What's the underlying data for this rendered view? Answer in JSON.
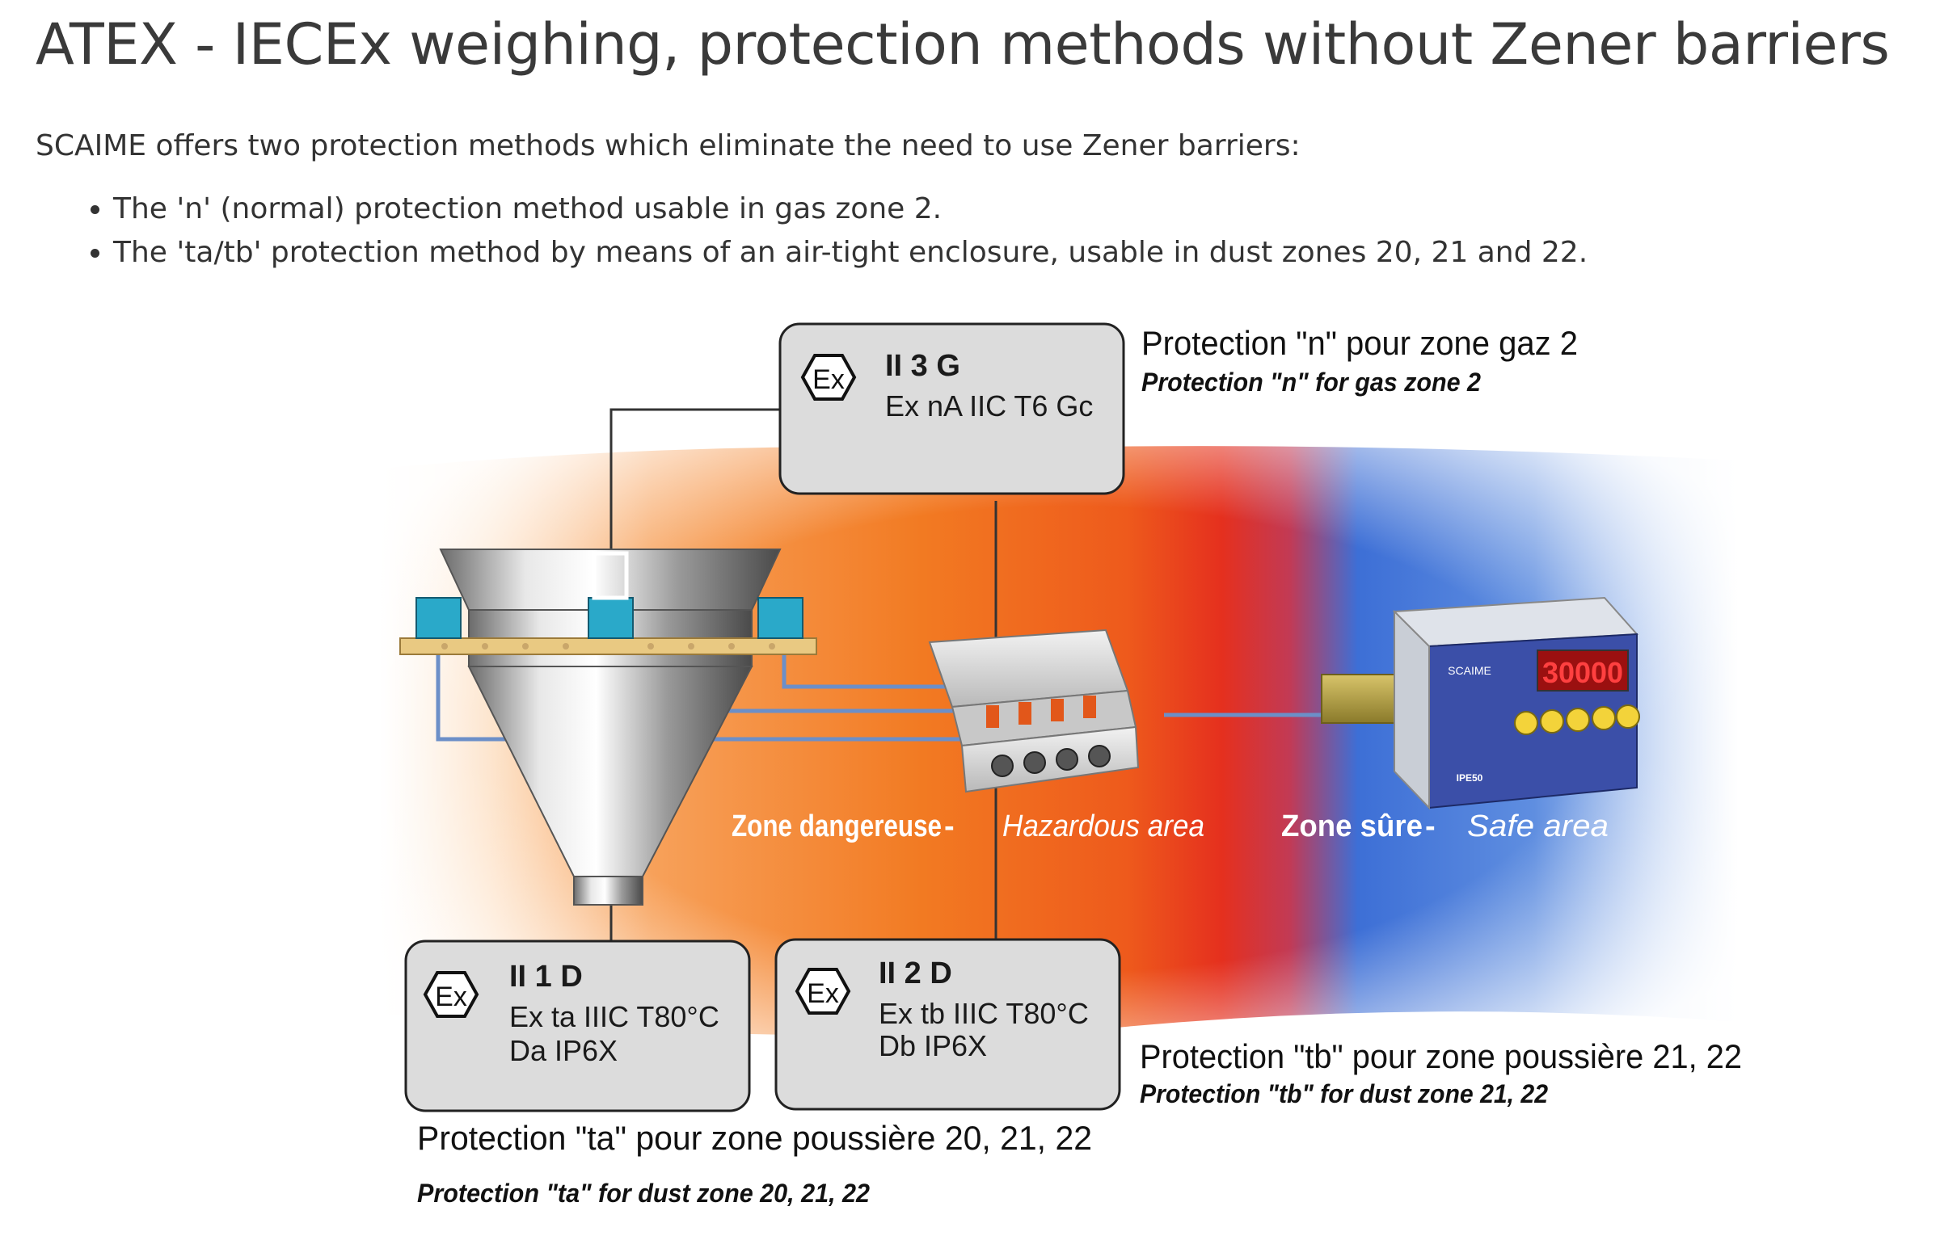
{
  "page": {
    "title": "ATEX - IECEx weighing, protection methods without Zener barriers",
    "intro": "SCAIME offers two protection methods which eliminate the need to use Zener barriers:",
    "bullets": [
      "The 'n' (normal) protection method usable in gas zone 2.",
      "The 'ta/tb' protection method by means of an air-tight enclosure, usable in dust zones 20, 21 and 22."
    ]
  },
  "diagram": {
    "box_gas": {
      "ex_symbol": "Ex",
      "line1": "II 3 G",
      "line2": "Ex nA IIC T6 Gc"
    },
    "box_ta": {
      "ex_symbol": "Ex",
      "line1": "II 1 D",
      "line2": "Ex ta IIIC T80°C",
      "line3": "Da IP6X"
    },
    "box_tb": {
      "ex_symbol": "Ex",
      "line1": "II 2 D",
      "line2": "Ex tb IIIC T80°C",
      "line3": "Db IP6X"
    },
    "label_n": {
      "fr": "Protection \"n\" pour zone gaz 2",
      "en": "Protection \"n\" for gas zone 2"
    },
    "label_tb": {
      "fr": "Protection \"tb\" pour zone poussière 21, 22",
      "en": "Protection \"tb\" for dust zone 21, 22"
    },
    "label_ta": {
      "fr": "Protection \"ta\"  pour zone poussière 20, 21, 22",
      "en": "Protection \"ta\"  for dust zone 20, 21, 22"
    },
    "hazard_fr": "Zone dangereuse",
    "hazard_sep": " - ",
    "hazard_en": "Hazardous area",
    "safe_fr": "Zone sûre",
    "safe_sep": " - ",
    "safe_en": "Safe area",
    "indicator_brand": "SCAIME",
    "indicator_display": "30000",
    "indicator_model": "IPE50",
    "colors": {
      "hazard_orange": "#f26a1b",
      "hazard_red": "#e8321f",
      "safe_blue": "#2f6fd6",
      "box_fill": "#dcdcdc",
      "text_dark": "#1a1a1a"
    }
  }
}
